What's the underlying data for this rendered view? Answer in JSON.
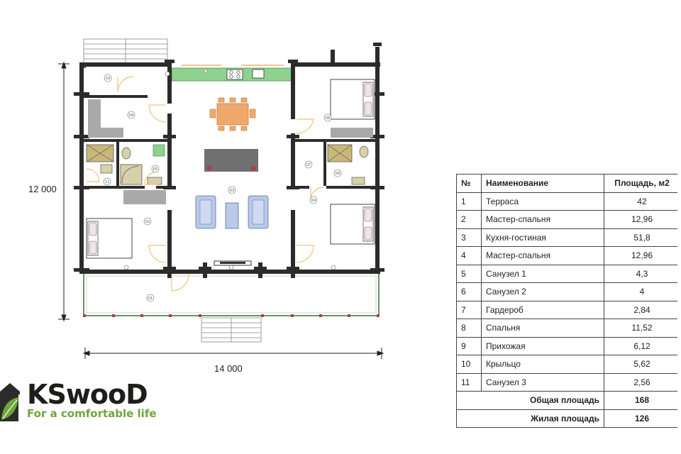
{
  "plan": {
    "dim_height": "12 000",
    "dim_width": "14 000",
    "rooms": [
      {
        "id": "1",
        "label": "01"
      },
      {
        "id": "2",
        "label": "02"
      },
      {
        "id": "3",
        "label": "03"
      },
      {
        "id": "4",
        "label": "04"
      },
      {
        "id": "5",
        "label": "05"
      },
      {
        "id": "6",
        "label": "06"
      },
      {
        "id": "7",
        "label": "07"
      },
      {
        "id": "8",
        "label": "08"
      },
      {
        "id": "9",
        "label": "09"
      },
      {
        "id": "10",
        "label": "10"
      },
      {
        "id": "11",
        "label": "11"
      }
    ]
  },
  "logo": {
    "title": "KSwooD",
    "tagline": "For a comfortable life",
    "icon": "house-leaf-icon"
  },
  "table": {
    "headers": {
      "num": "№",
      "name": "Наименование",
      "area": "Площадь, м2"
    },
    "rows": [
      {
        "num": "1",
        "name": "Терраса",
        "area": "42"
      },
      {
        "num": "2",
        "name": "Мастер-спальня",
        "area": "12,96"
      },
      {
        "num": "3",
        "name": "Кухня-гостиная",
        "area": "51,8"
      },
      {
        "num": "4",
        "name": "Мастер-спальня",
        "area": "12,96"
      },
      {
        "num": "5",
        "name": "Санузел 1",
        "area": "4,3"
      },
      {
        "num": "6",
        "name": "Санузел 2",
        "area": "4"
      },
      {
        "num": "7",
        "name": "Гардероб",
        "area": "2,84"
      },
      {
        "num": "8",
        "name": "Спальня",
        "area": "11,52"
      },
      {
        "num": "9",
        "name": "Прихожая",
        "area": "6,12"
      },
      {
        "num": "10",
        "name": "Крыльцо",
        "area": "5,62"
      },
      {
        "num": "11",
        "name": "Санузел 3",
        "area": "2,56"
      }
    ],
    "total_label": "Общая площадь",
    "total_value": "168",
    "living_label": "Жилая площадь",
    "living_value": "126"
  },
  "colors": {
    "wall": "#2b2b2b",
    "counter": "#8fd18f",
    "sofa": "#b9c9e8",
    "table_wood": "#f0a86a",
    "island": "#707070",
    "door_arc": "#f0b060",
    "brand_green": "#6fa63a"
  }
}
